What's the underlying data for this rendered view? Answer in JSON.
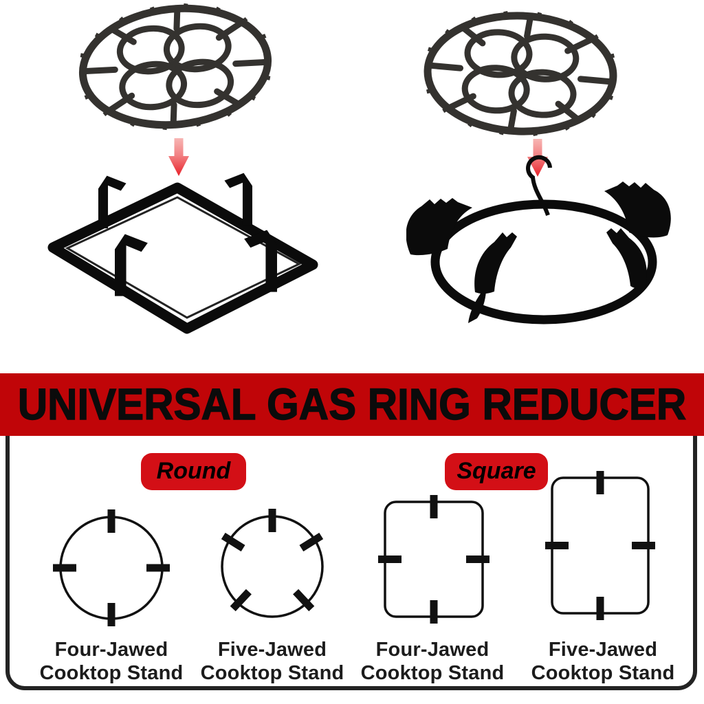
{
  "meta": {
    "description": "Product infographic for a universal cast iron gas ring reducer"
  },
  "colors": {
    "page_bg": "#ffffff",
    "banner_bg": "#c00508",
    "badge_bg": "#d30f16",
    "title_text": "#0b0b0b",
    "label_text": "#1c1c1c",
    "diagram_stroke": "#111111",
    "panel_border": "#232323",
    "arrow_gradient_top": "#f7b6b4",
    "arrow_gradient_mid": "#f28183",
    "arrow_gradient_bottom": "#e8222a",
    "product_metal": "#34322f",
    "stand_black": "#0b0b0b"
  },
  "banner": {
    "title": "UNIVERSAL GAS RING REDUCER"
  },
  "top_section": {
    "left": {
      "product_icon": "cast-iron-gas-ring-reducer",
      "arrow_icon": "red-down-arrow",
      "stand_icon": "four-jaw-square-cooktop-stand"
    },
    "right": {
      "product_icon": "cast-iron-gas-ring-reducer",
      "arrow_icon": "red-down-arrow",
      "stand_icon": "five-jaw-round-cooktop-stand"
    }
  },
  "compatibility": {
    "groups": [
      {
        "badge": "Round"
      },
      {
        "badge": "Square"
      }
    ],
    "items": [
      {
        "shape": "round",
        "jaws": 4,
        "label_line1": "Four-Jawed",
        "label_line2": "Cooktop Stand"
      },
      {
        "shape": "round",
        "jaws": 5,
        "label_line1": "Five-Jawed",
        "label_line2": "Cooktop Stand"
      },
      {
        "shape": "square",
        "jaws": 4,
        "label_line1": "Four-Jawed",
        "label_line2": "Cooktop Stand"
      },
      {
        "shape": "square",
        "jaws": 5,
        "label_line1": "Five-Jawed",
        "label_line2": "Cooktop Stand"
      }
    ]
  }
}
